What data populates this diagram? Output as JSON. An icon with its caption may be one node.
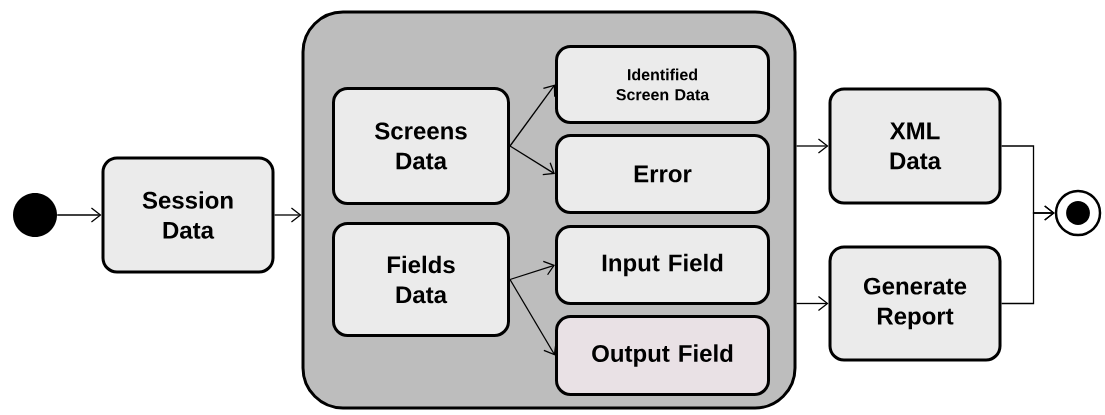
{
  "diagram": {
    "nodes": [
      {
        "text": [],
        "shape": "circle"
      },
      {
        "text": [
          "Session Data"
        ]
      },
      {
        "text": [],
        "shape": "box"
      },
      {
        "text": [
          "Screens Data"
        ],
        "in": 2
      },
      {
        "text": [
          "Identified Screen Data"
        ],
        "in": 2
      },
      {
        "text": [
          "Error"
        ],
        "in": 2
      },
      {
        "text": [
          "Fields Data"
        ],
        "in": 2
      },
      {
        "text": [
          "Input Field"
        ],
        "in": 2
      },
      {
        "text": [
          "Output Field"
        ],
        "in": 2
      },
      {
        "text": [
          "XML Data"
        ]
      },
      {
        "text": [
          "Generate Report"
        ]
      },
      {
        "text": [],
        "shape": "bullseye"
      }
    ],
    "edges": [
      {
        "from": 0,
        "to": 1,
        "arrow": "to"
      },
      {
        "from": 1,
        "to": 2,
        "arrow": "to"
      },
      {
        "from": 3,
        "to": 4,
        "arrow": "to"
      },
      {
        "from": 3,
        "to": 5,
        "arrow": "to"
      },
      {
        "from": 6,
        "to": 7,
        "arrow": "to"
      },
      {
        "from": 6,
        "to": 8,
        "arrow": "to"
      },
      {
        "from": 2,
        "to": 9,
        "arrow": "to"
      },
      {
        "from": 2,
        "to": 10,
        "arrow": "to"
      },
      {
        "from": 9,
        "to": 11,
        "arrow": "to"
      },
      {
        "from": 10,
        "to": 11,
        "arrow": "to"
      }
    ]
  }
}
